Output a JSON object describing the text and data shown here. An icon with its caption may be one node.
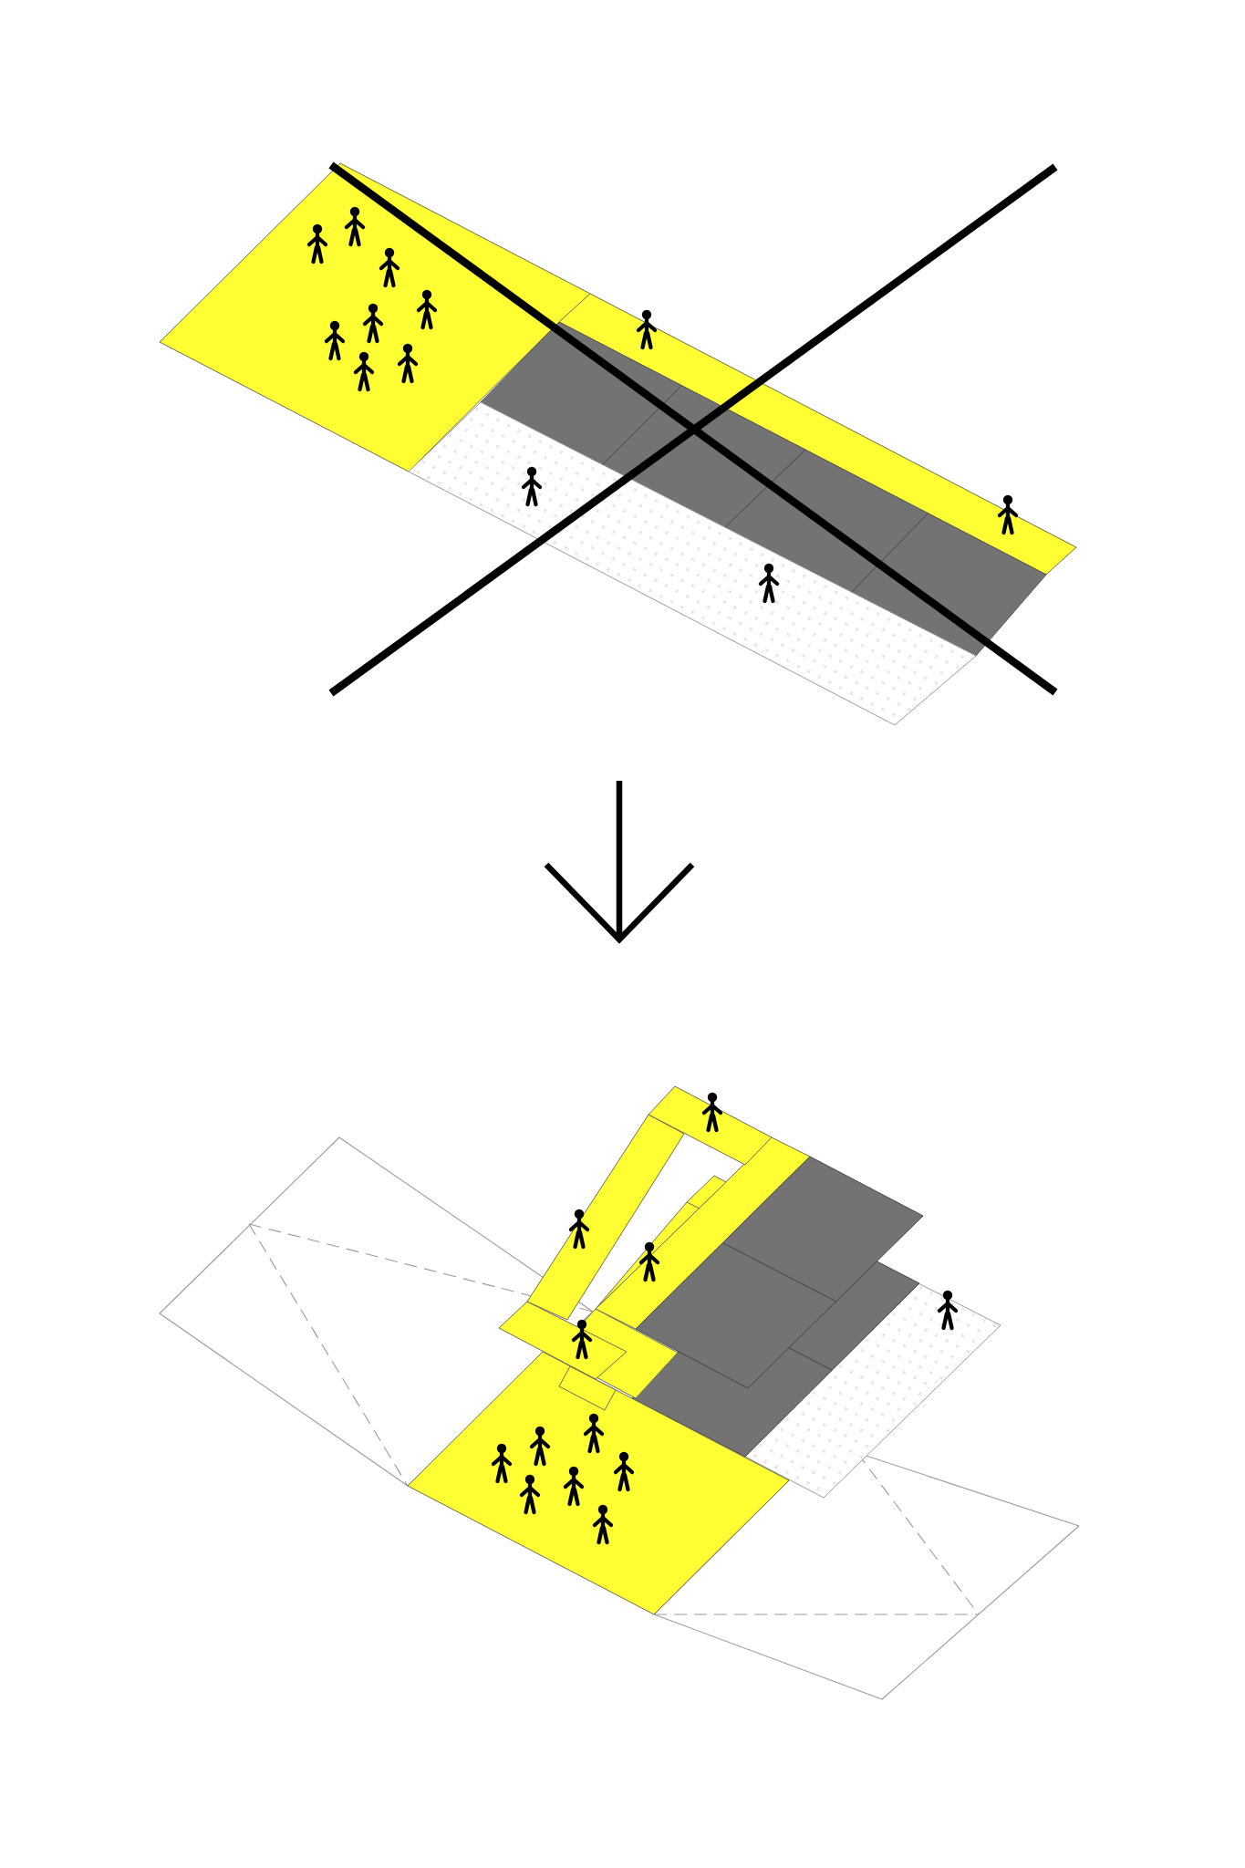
{
  "diagram": {
    "nodes": [
      {
        "text": [],
        "shape": "picture"
      },
      {
        "text": [],
        "shape": "picture"
      }
    ],
    "edges": [
      {
        "from": 0,
        "to": 1,
        "arrow": "to"
      }
    ]
  }
}
